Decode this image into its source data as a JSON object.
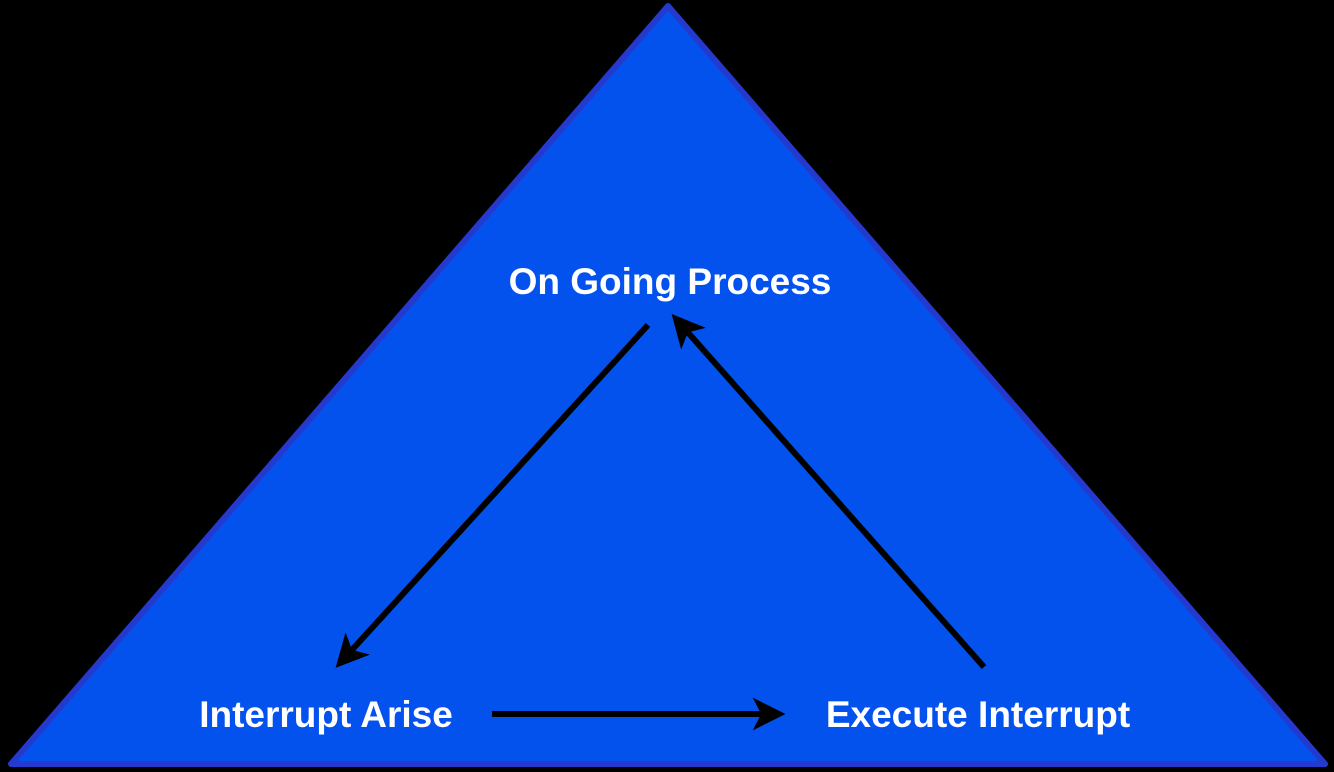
{
  "diagram": {
    "description": "Interrupt handling cycle diagram inside a triangle",
    "background_color": "#000000",
    "triangle": {
      "fill_color": "#0452EE",
      "border_color": "#2439CE"
    },
    "text_color": "#FFFFFF",
    "arrow_color": "#000000",
    "nodes": [
      {
        "id": "ongoing-process",
        "label": "On Going Process"
      },
      {
        "id": "interrupt-arise",
        "label": "Interrupt Arise"
      },
      {
        "id": "execute-interrupt",
        "label": "Execute Interrupt"
      }
    ],
    "edges": [
      {
        "from": "On Going Process",
        "to": "Interrupt Arise",
        "style": "single-headed-arrow"
      },
      {
        "from": "Interrupt Arise",
        "to": "Execute Interrupt",
        "style": "single-headed-arrow"
      },
      {
        "from": "Execute Interrupt",
        "to": "On Going Process",
        "style": "single-headed-arrow"
      }
    ]
  }
}
